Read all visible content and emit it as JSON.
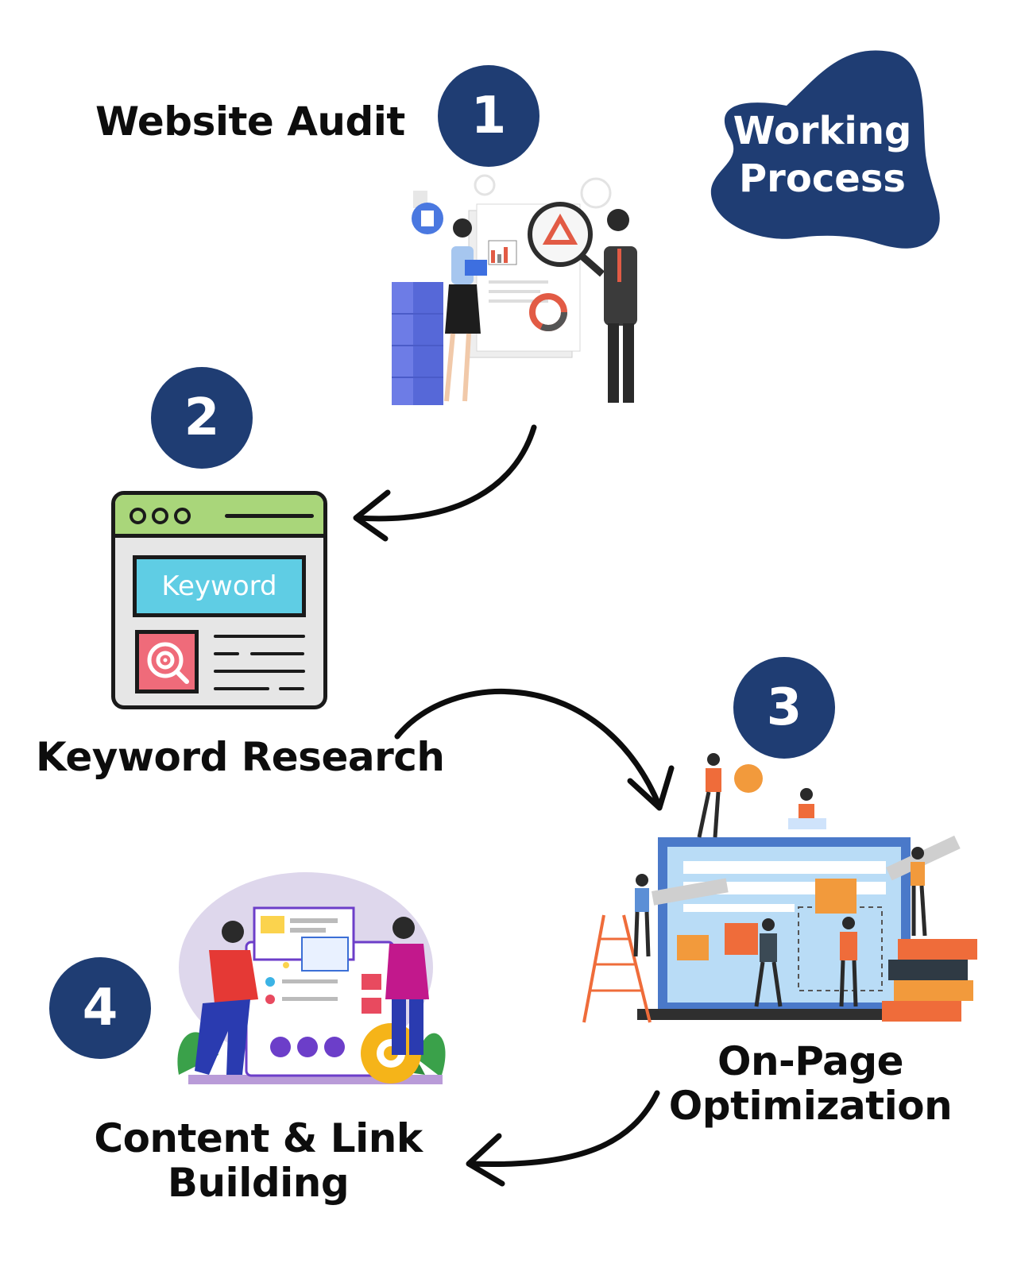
{
  "badge": {
    "line1": "Working",
    "line2": "Process"
  },
  "steps": [
    {
      "number": "1",
      "title": "Website Audit"
    },
    {
      "number": "2",
      "title": "Keyword Research"
    },
    {
      "number": "3",
      "title_line1": "On-Page",
      "title_line2": "Optimization"
    },
    {
      "number": "4",
      "title_line1": "Content & Link",
      "title_line2": "Building"
    }
  ],
  "keyword_window": {
    "search_text": "Keyword"
  },
  "colors": {
    "navy": "#1f3d73",
    "window_header": "#a9d67a",
    "keyword_box": "#5fcde4",
    "target_tile": "#ef6b7a"
  }
}
